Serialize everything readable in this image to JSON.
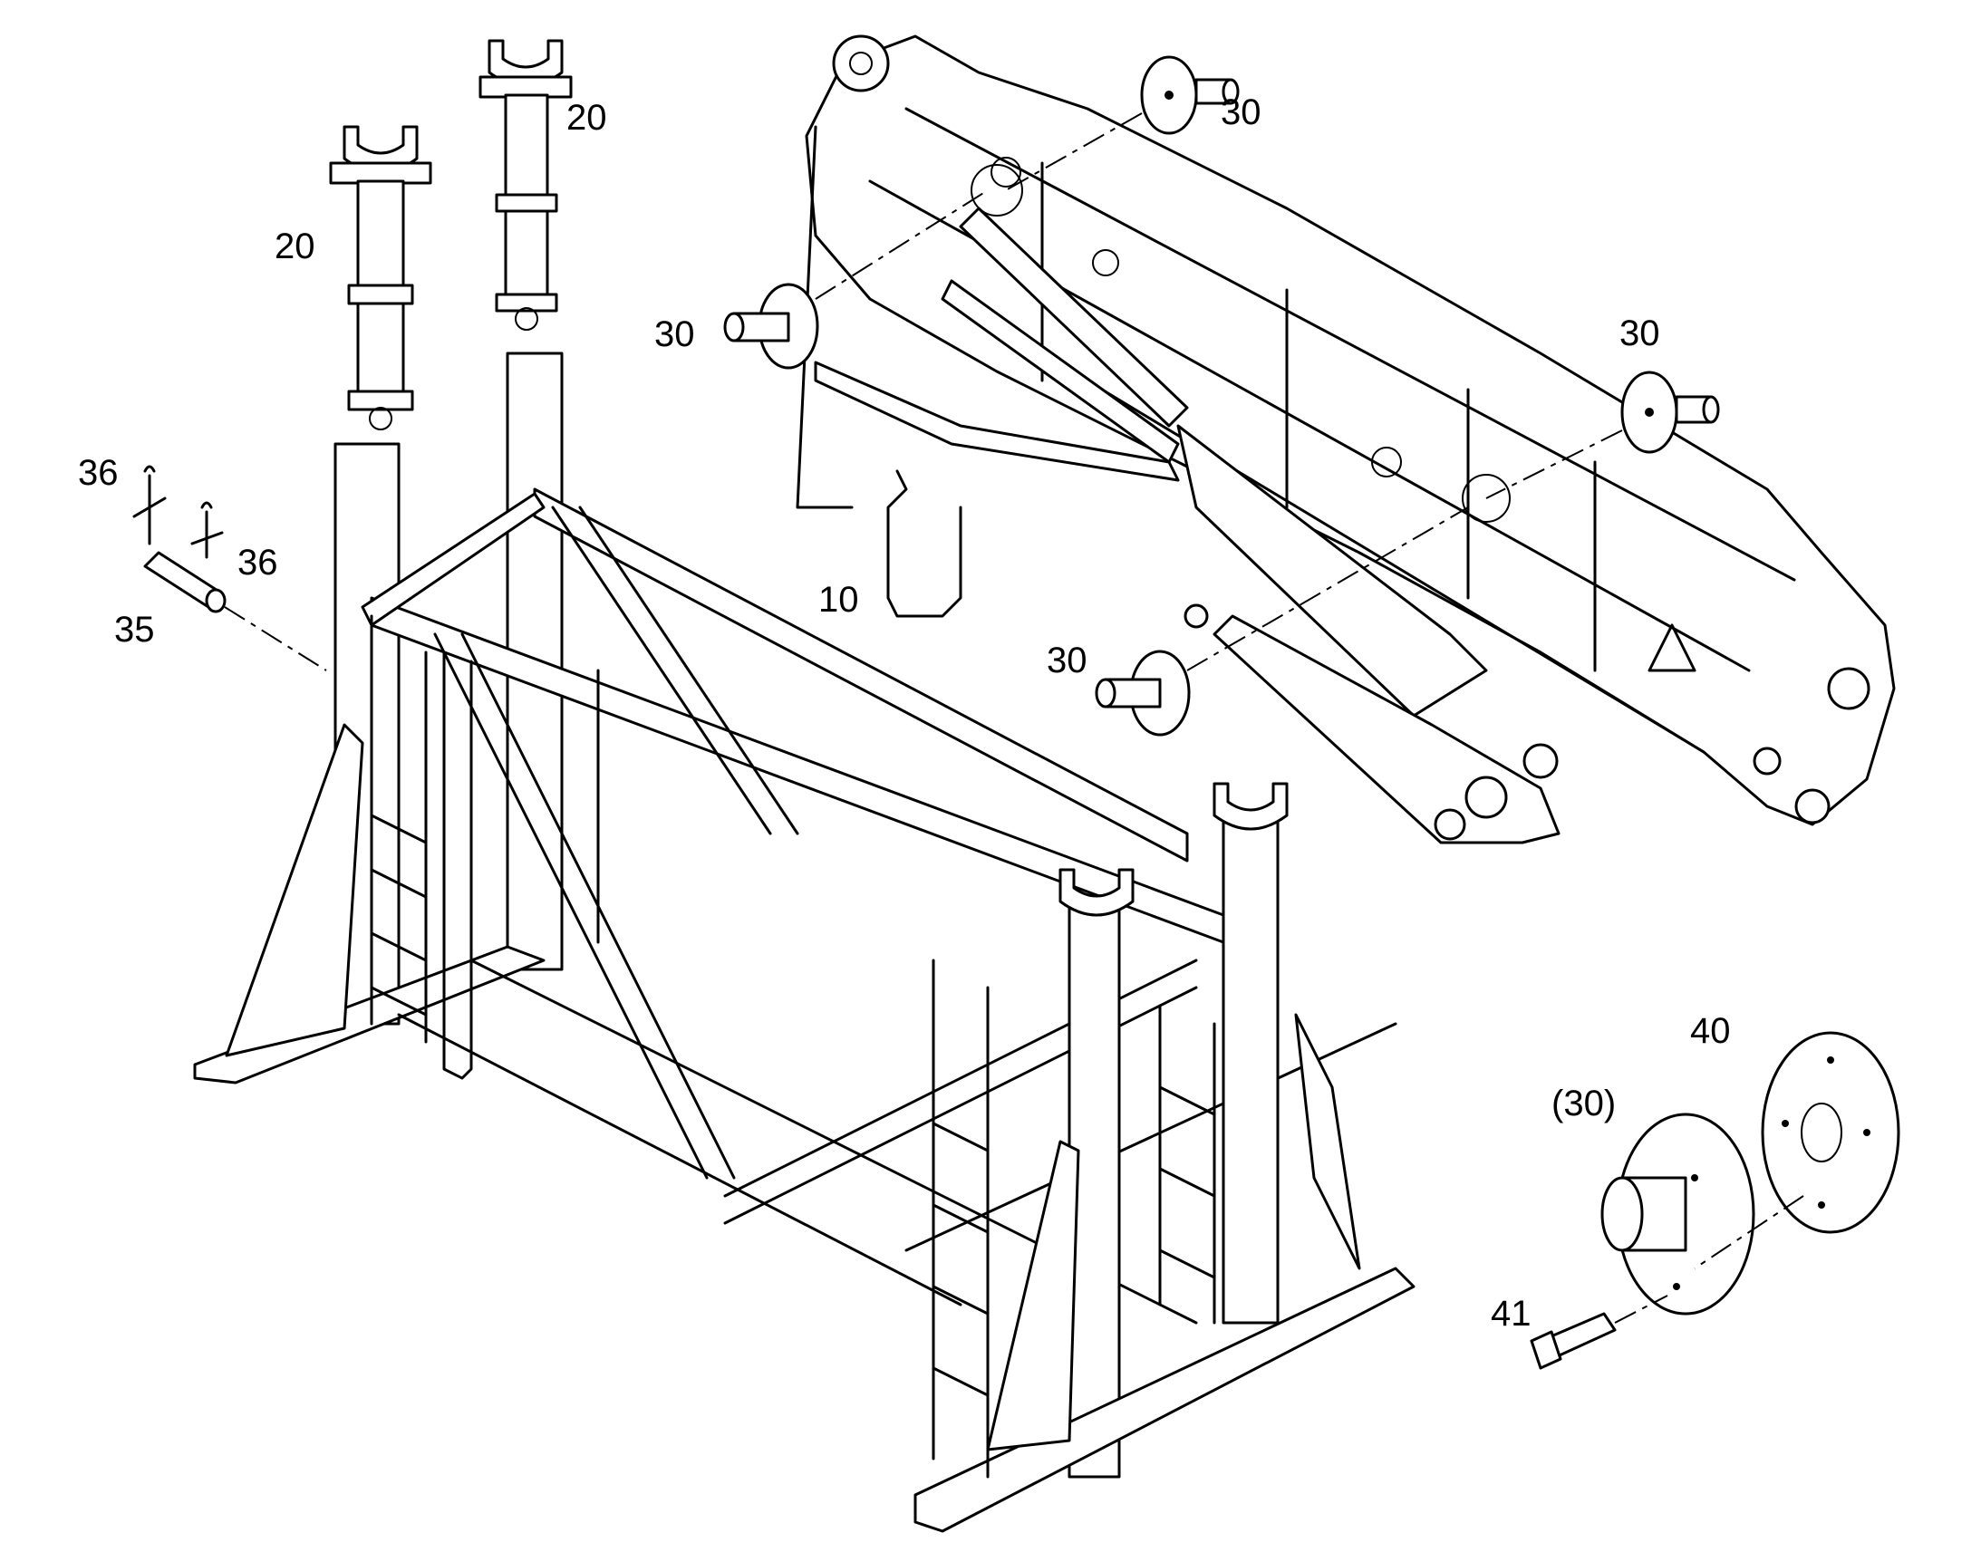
{
  "callouts": {
    "frame": "10",
    "post_left": "20",
    "post_right": "20",
    "pin_top": "30",
    "pin_upper_left": "30",
    "pin_right": "30",
    "pin_lower_left": "30",
    "pin_detail": "(30)",
    "bolt_pin": "35",
    "clip_left": "36",
    "clip_right": "36",
    "plate": "40",
    "screw": "41"
  },
  "colors": {
    "line": "#000000",
    "background": "#ffffff"
  }
}
